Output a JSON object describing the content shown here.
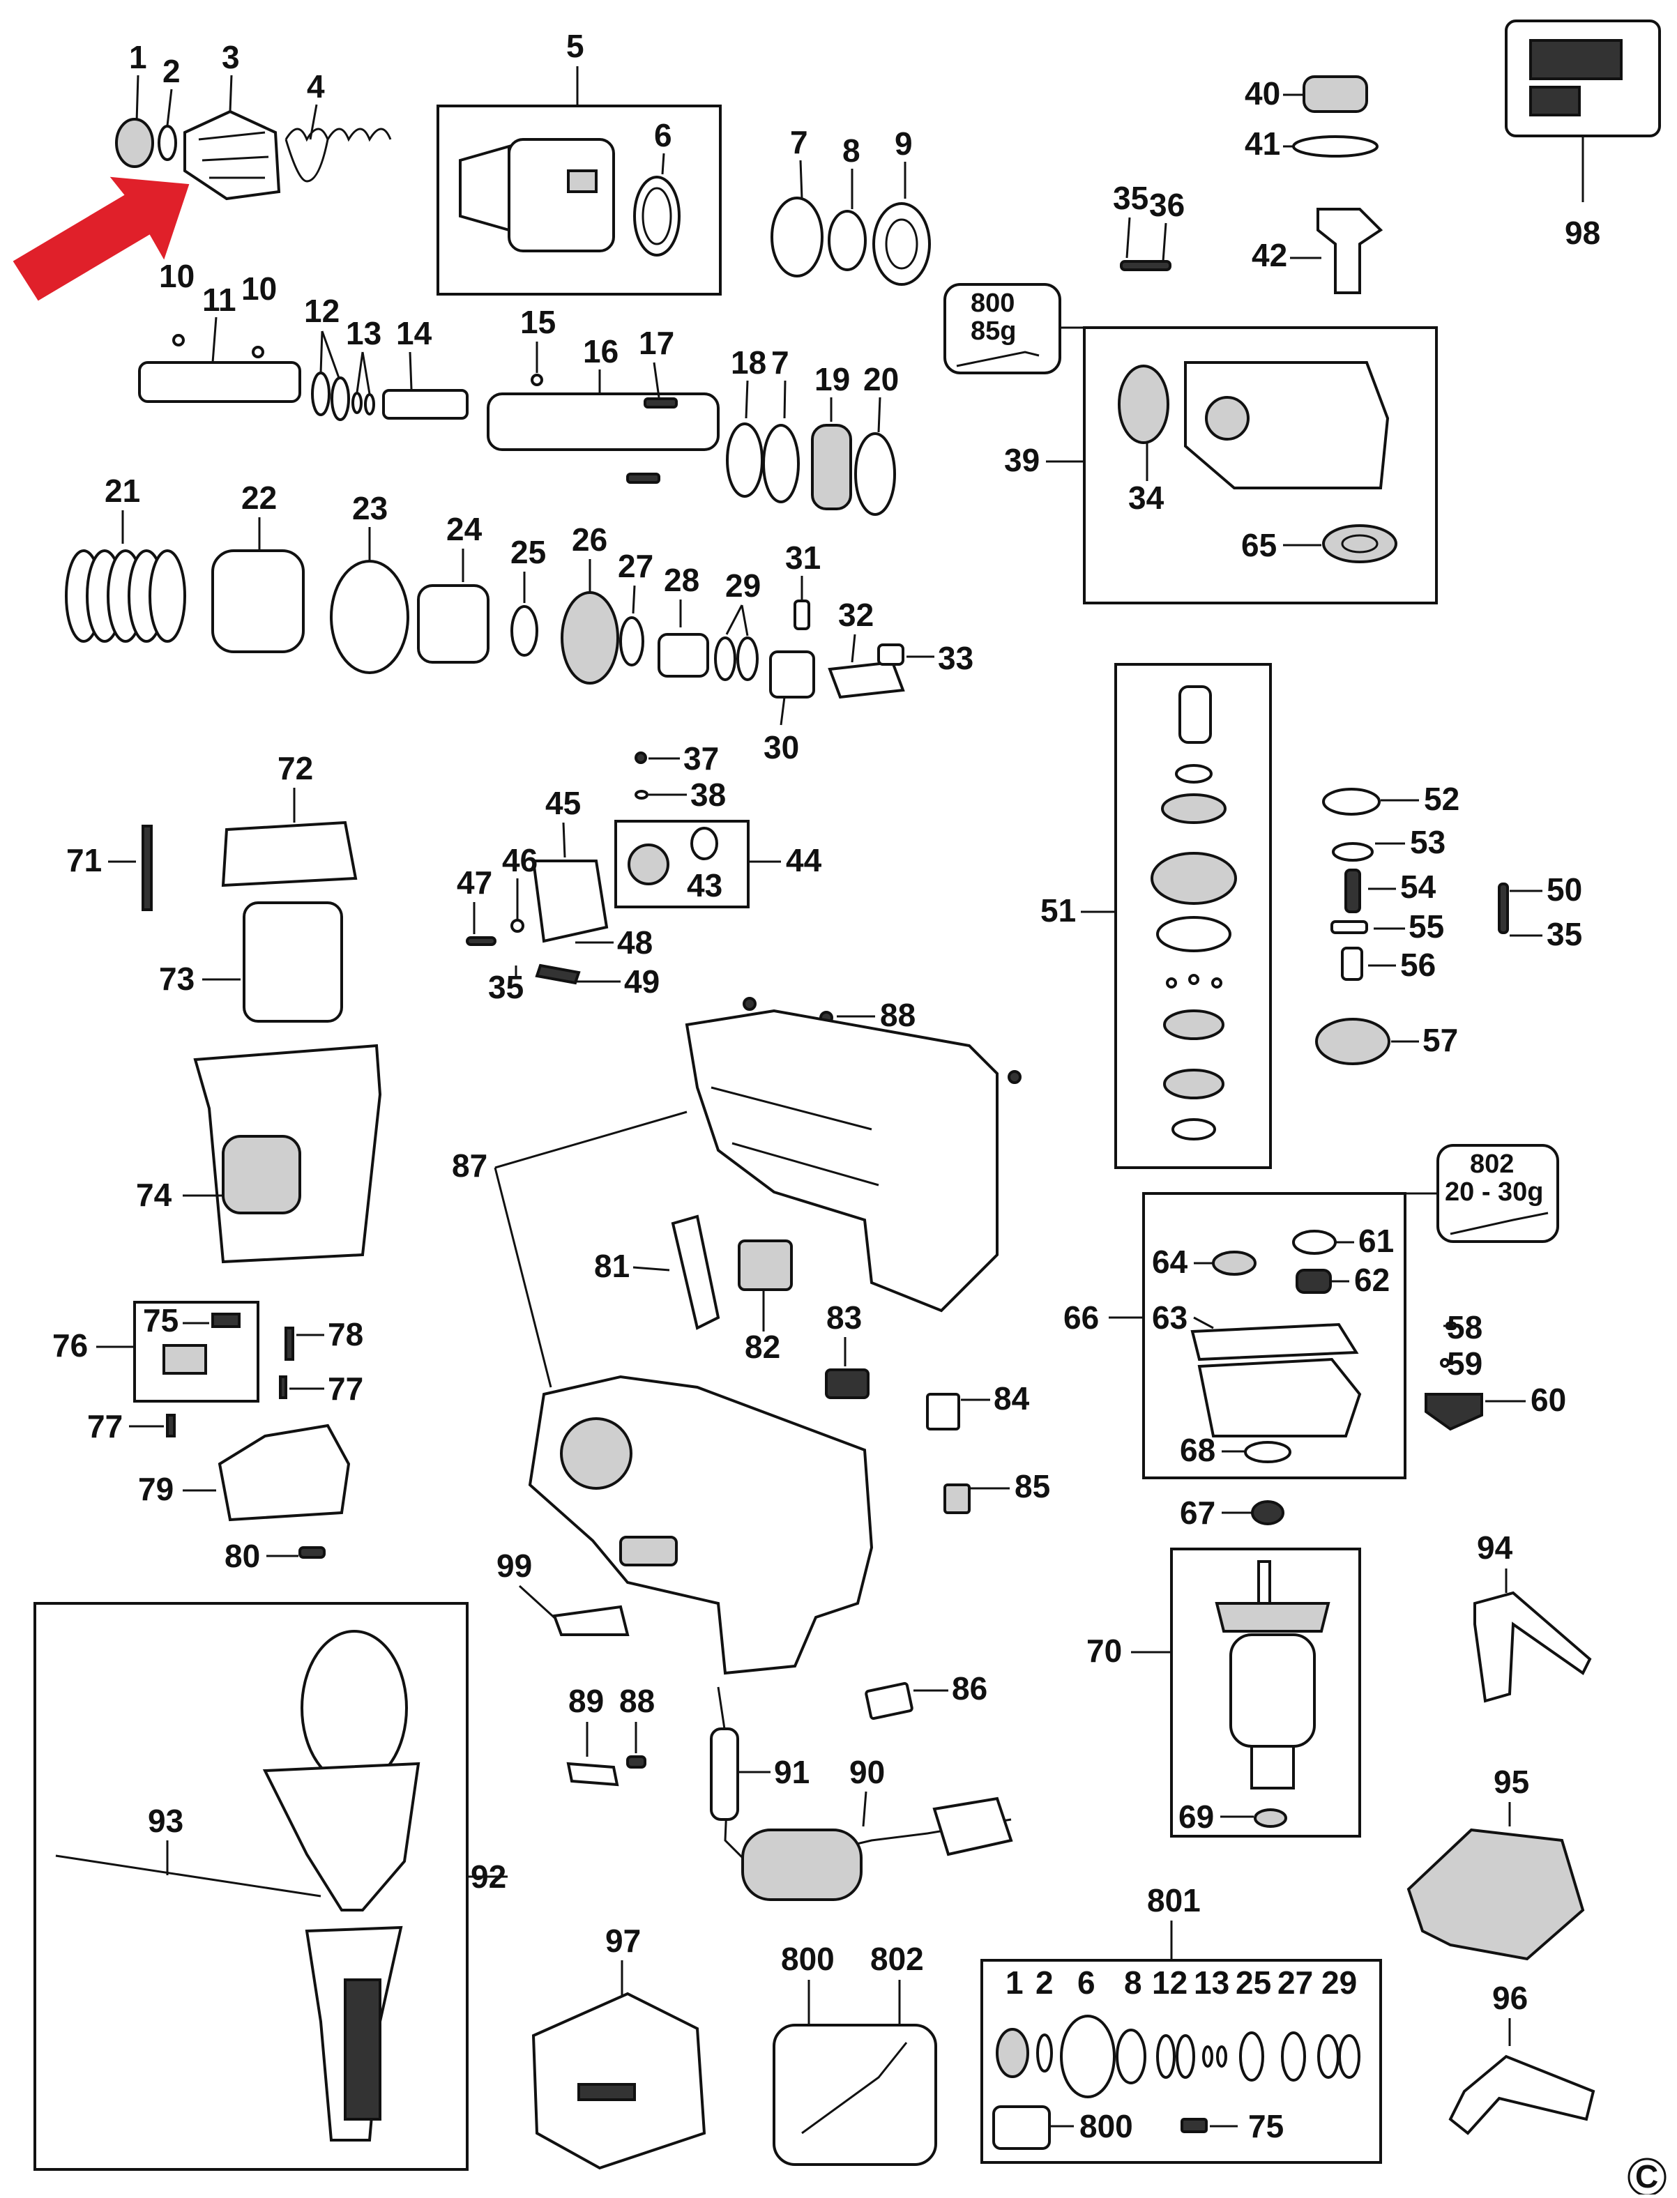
{
  "diagram": {
    "highlight_color": "#e0202a",
    "copyright_mark": "C",
    "callouts": {
      "c1": "1",
      "c2": "2",
      "c3": "3",
      "c4": "4",
      "c5": "5",
      "c6": "6",
      "c7": "7",
      "c8": "8",
      "c9": "9",
      "c10a": "10",
      "c10b": "10",
      "c11": "11",
      "c12": "12",
      "c13": "13",
      "c14": "14",
      "c15": "15",
      "c16": "16",
      "c17": "17",
      "c18": "18",
      "c7b": "7",
      "c19": "19",
      "c20": "20",
      "c21": "21",
      "c22": "22",
      "c23": "23",
      "c24": "24",
      "c25": "25",
      "c26": "26",
      "c27": "27",
      "c28": "28",
      "c29": "29",
      "c30": "30",
      "c31": "31",
      "c32": "32",
      "c33": "33",
      "c34": "34",
      "c35a": "35",
      "c36": "36",
      "c39": "39",
      "c40": "40",
      "c41": "41",
      "c42": "42",
      "c65": "65",
      "c98": "98",
      "c37": "37",
      "c38": "38",
      "c43": "43",
      "c44": "44",
      "c45": "45",
      "c46": "46",
      "c47": "47",
      "c48": "48",
      "c49": "49",
      "c35b": "35",
      "c51": "51",
      "c52": "52",
      "c53": "53",
      "c54": "54",
      "c55": "55",
      "c56": "56",
      "c57": "57",
      "c50": "50",
      "c35c": "35",
      "c71": "71",
      "c72": "72",
      "c73": "73",
      "c74": "74",
      "c75": "75",
      "c76": "76",
      "c77a": "77",
      "c77b": "77",
      "c78": "78",
      "c79": "79",
      "c80": "80",
      "c81": "81",
      "c82": "82",
      "c83": "83",
      "c84": "84",
      "c85": "85",
      "c86": "86",
      "c87": "87",
      "c88a": "88",
      "c61": "61",
      "c62": "62",
      "c63": "63",
      "c64": "64",
      "c66": "66",
      "c68": "68",
      "c58": "58",
      "c59": "59",
      "c60": "60",
      "c67": "67",
      "c69": "69",
      "c70": "70",
      "c94": "94",
      "c95": "95",
      "c96": "96",
      "c99": "99",
      "c89": "89",
      "c88b": "88",
      "c91": "91",
      "c90": "90",
      "c92": "92",
      "c93": "93",
      "c97": "97",
      "c800a": "800",
      "c802a": "802",
      "c801": "801",
      "k1": "1",
      "k2": "2",
      "k6": "6",
      "k8": "8",
      "k12": "12",
      "k13": "13",
      "k25": "25",
      "k27": "27",
      "k29": "29",
      "k800": "800",
      "k75": "75"
    },
    "lube_boxes": {
      "grease_800": {
        "part": "800",
        "amount": "85g"
      },
      "grease_802": {
        "part": "802",
        "amount": "20 - 30g"
      }
    }
  }
}
